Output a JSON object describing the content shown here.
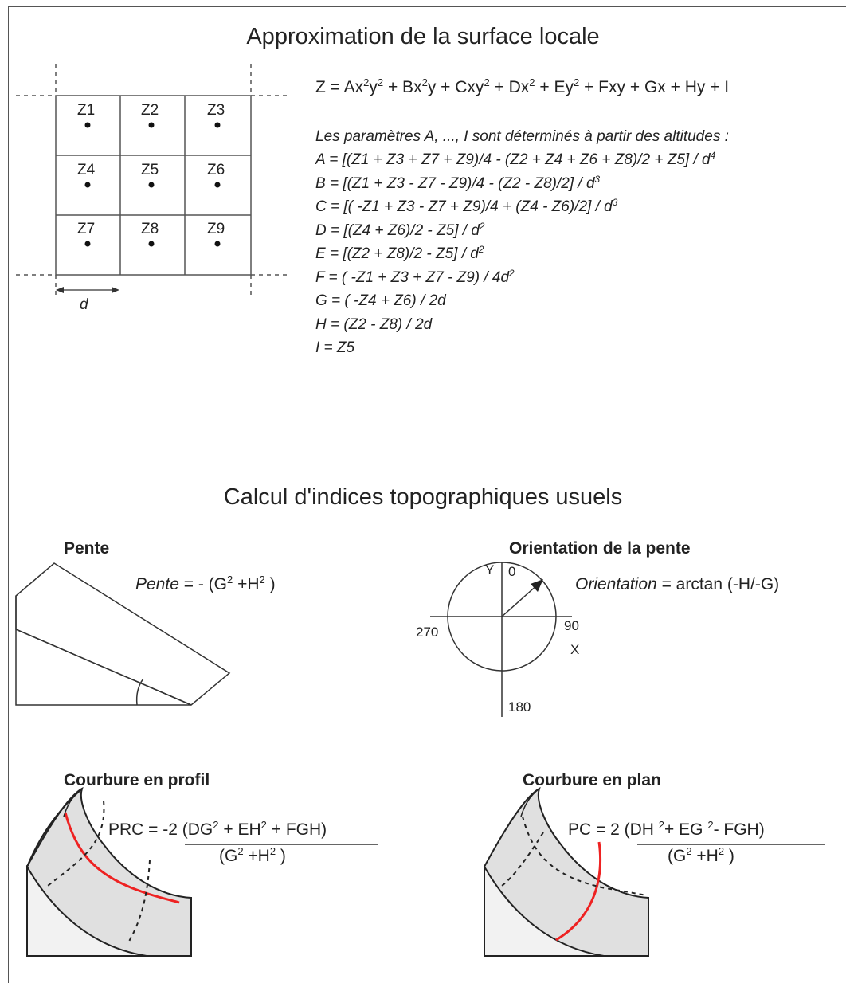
{
  "section1": {
    "title": "Approximation de la surface locale",
    "grid_labels": [
      "Z1",
      "Z2",
      "Z3",
      "Z4",
      "Z5",
      "Z6",
      "Z7",
      "Z8",
      "Z9"
    ],
    "spacing_label": "d",
    "main_equation": {
      "lhs": "Z = ",
      "terms": [
        {
          "t": "Ax",
          "s": "2"
        },
        {
          "t": "y",
          "s": "2"
        },
        {
          "t": " + Bx",
          "s": "2"
        },
        {
          "t": "y + Cxy",
          "s": "2"
        },
        {
          "t": " + Dx",
          "s": "2"
        },
        {
          "t": " + Ey",
          "s": "2"
        },
        {
          "t": " + Fxy + Gx + Hy + I",
          "s": ""
        }
      ]
    },
    "params_intro": "Les paramètres A, ..., I sont déterminés à partir des altitudes :",
    "params": [
      {
        "text": "A = [(Z1 + Z3 + Z7 + Z9)/4 - (Z2 + Z4 + Z6 + Z8)/2 + Z5] / d",
        "exp": "4"
      },
      {
        "text": "B = [(Z1 + Z3 - Z7 - Z9)/4 - (Z2 - Z8)/2] / d",
        "exp": "3"
      },
      {
        "text": "C = [( -Z1 + Z3 - Z7 + Z9)/4 + (Z4 - Z6)/2] / d",
        "exp": "3"
      },
      {
        "text": "D = [(Z4 + Z6)/2 - Z5] / d",
        "exp": "2"
      },
      {
        "text": "E = [(Z2 + Z8)/2 - Z5] / d",
        "exp": "2"
      },
      {
        "text": "F = ( -Z1 + Z3 + Z7 - Z9) / 4d",
        "exp": "2"
      },
      {
        "text": "G = ( -Z4 + Z6) / 2d",
        "exp": ""
      },
      {
        "text": "H = (Z2 - Z8) / 2d",
        "exp": ""
      },
      {
        "text": "I = Z5",
        "exp": ""
      }
    ]
  },
  "section2": {
    "title": "Calcul d'indices topographiques usuels",
    "pente": {
      "heading": "Pente",
      "formula_name": "Pente",
      "formula_a": " = - (G",
      "formula_b": " +H",
      "formula_c": " )",
      "exp": "2"
    },
    "orientation": {
      "heading": "Orientation de la pente",
      "formula_name": "Orientation",
      "formula_rest": " = arctan (-H/-G)",
      "axis_y": "Y",
      "axis_x": "X",
      "deg_0": "0",
      "deg_90": "90",
      "deg_180": "180",
      "deg_270": "270"
    },
    "profil": {
      "heading": "Courbure en profil",
      "numerator": [
        {
          "t": "PRC = -2 (DG",
          "s": "2"
        },
        {
          "t": " + EH",
          "s": "2"
        },
        {
          "t": " + FGH)",
          "s": ""
        }
      ],
      "denominator": [
        {
          "t": "(G",
          "s": "2"
        },
        {
          "t": " +H",
          "s": "2"
        },
        {
          "t": " )",
          "s": ""
        }
      ]
    },
    "plan": {
      "heading": "Courbure en plan",
      "numerator": [
        {
          "t": "PC = 2 (DH ",
          "s": "2"
        },
        {
          "t": "+ EG ",
          "s": "2"
        },
        {
          "t": "- FGH)",
          "s": ""
        }
      ],
      "denominator": [
        {
          "t": "(G",
          "s": "2"
        },
        {
          "t": " +H",
          "s": "2"
        },
        {
          "t": " )",
          "s": ""
        }
      ]
    }
  },
  "colors": {
    "line": "#333333",
    "surface_fill": "#e0e0e0",
    "curve_red": "#ee2222"
  }
}
